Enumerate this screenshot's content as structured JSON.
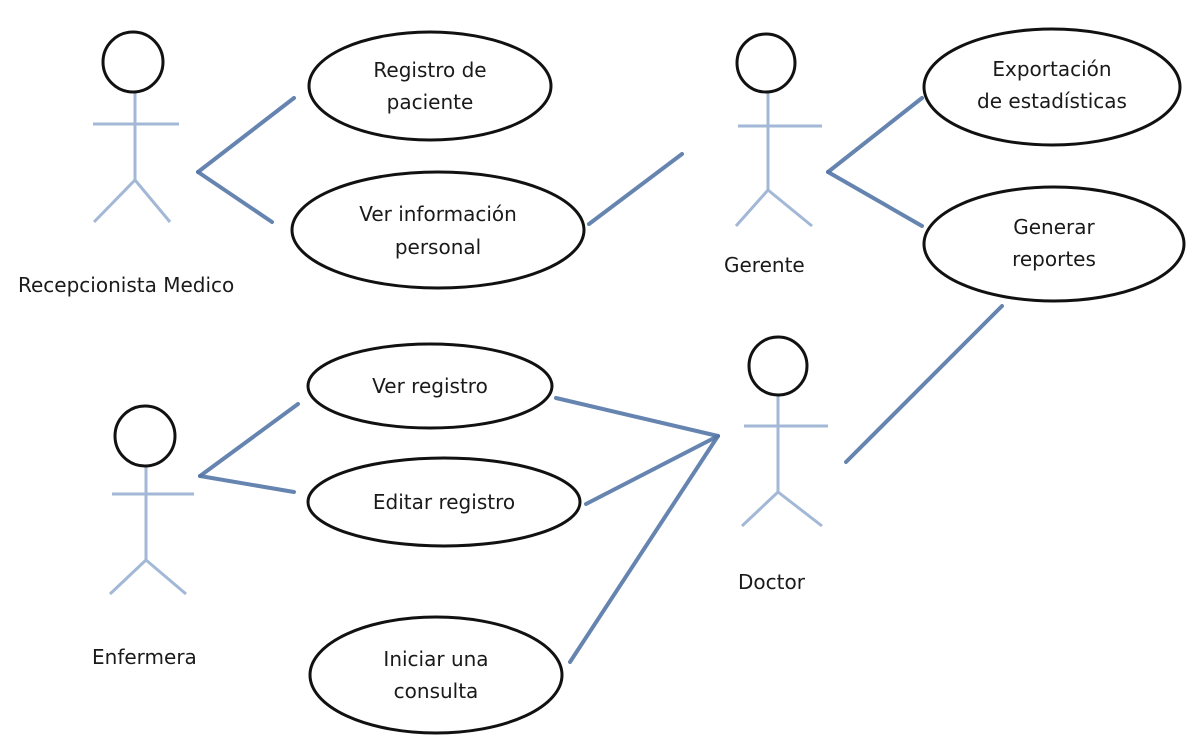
{
  "actors": [
    {
      "id": "recepcionista",
      "label": "Recepcionista Medico"
    },
    {
      "id": "gerente",
      "label": "Gerente"
    },
    {
      "id": "enfermera",
      "label": "Enfermera"
    },
    {
      "id": "doctor",
      "label": "Doctor"
    }
  ],
  "use_cases": [
    {
      "id": "registro-paciente",
      "lines": [
        "Registro de",
        "paciente"
      ]
    },
    {
      "id": "ver-informacion",
      "lines": [
        "Ver información",
        "personal"
      ]
    },
    {
      "id": "exportacion",
      "lines": [
        "Exportación",
        "de estadísticas"
      ]
    },
    {
      "id": "generar-reportes",
      "lines": [
        "Generar",
        "reportes"
      ]
    },
    {
      "id": "ver-registro",
      "lines": [
        "Ver registro"
      ]
    },
    {
      "id": "editar-registro",
      "lines": [
        "Editar registro"
      ]
    },
    {
      "id": "iniciar-consulta",
      "lines": [
        "Iniciar una",
        "consulta"
      ]
    }
  ],
  "associations": [
    {
      "from": "recepcionista",
      "to": "registro-paciente"
    },
    {
      "from": "recepcionista",
      "to": "ver-informacion"
    },
    {
      "from": "gerente",
      "to": "ver-informacion"
    },
    {
      "from": "gerente",
      "to": "exportacion"
    },
    {
      "from": "gerente",
      "to": "generar-reportes"
    },
    {
      "from": "enfermera",
      "to": "ver-registro"
    },
    {
      "from": "enfermera",
      "to": "editar-registro"
    },
    {
      "from": "doctor",
      "to": "ver-registro"
    },
    {
      "from": "doctor",
      "to": "editar-registro"
    },
    {
      "from": "doctor",
      "to": "iniciar-consulta"
    },
    {
      "from": "doctor",
      "to": "generar-reportes"
    }
  ],
  "colors": {
    "actor_body": "#a3b8d6",
    "association": "#5677a8",
    "outline": "#111111"
  }
}
